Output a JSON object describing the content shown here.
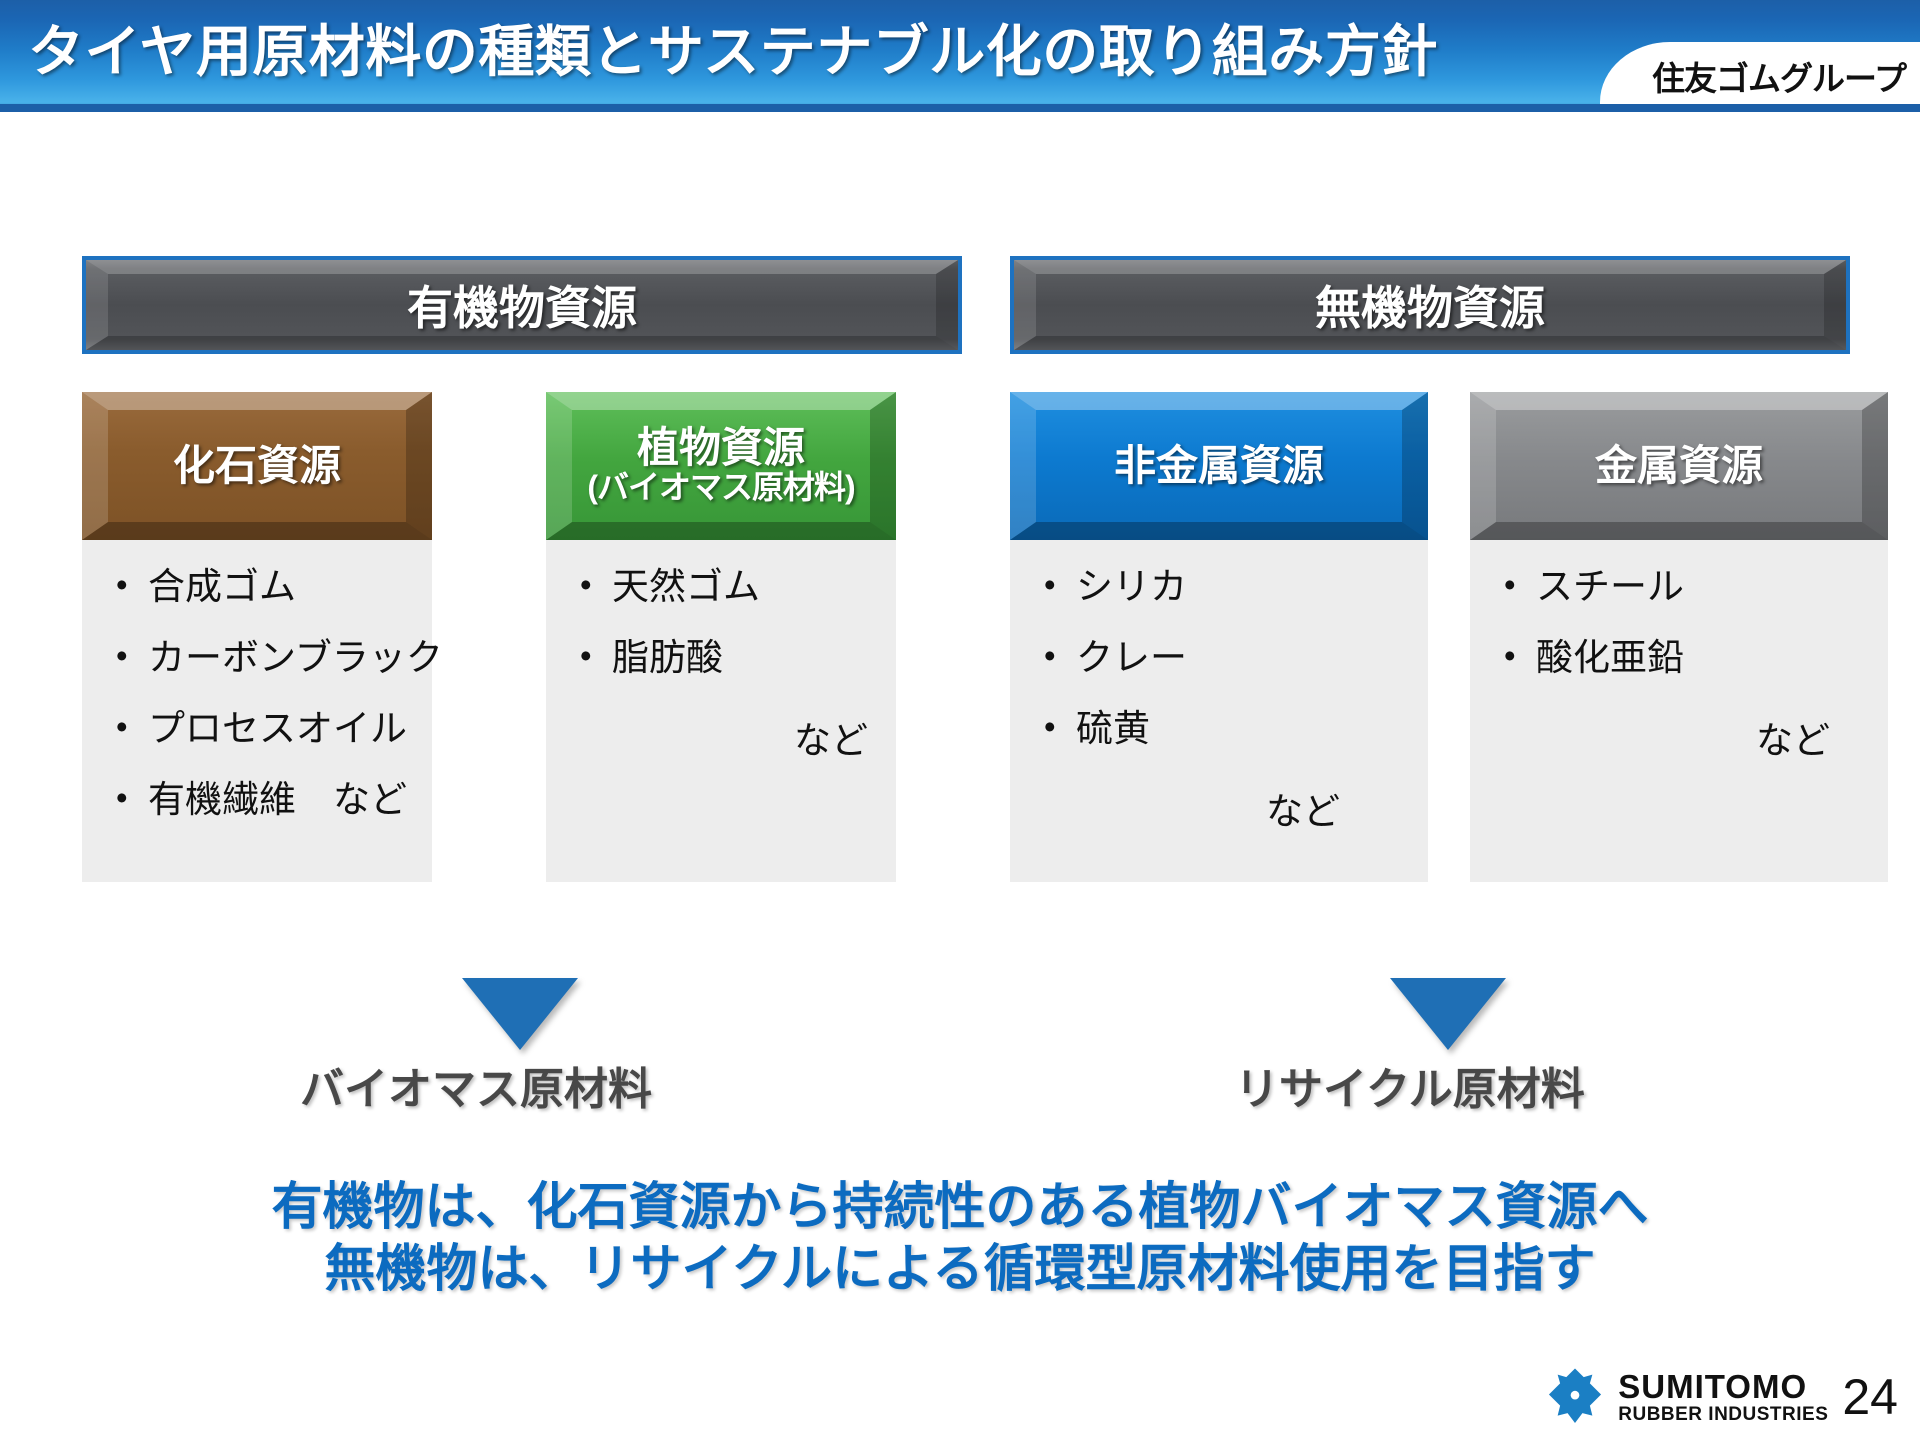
{
  "header": {
    "title": "タイヤ用原材料の種類とサステナブル化の取り組み方針",
    "brand_tab": "住友ゴムグループ",
    "accent_color": "#1c5fa8"
  },
  "groups": [
    {
      "id": "organic",
      "label": "有機物資源"
    },
    {
      "id": "inorganic",
      "label": "無機物資源"
    }
  ],
  "categories": [
    {
      "id": "fossil",
      "title_line1": "化石資源",
      "title_line2": "",
      "color": "#8a5c2d",
      "items": [
        "合成ゴム",
        "カーボンブラック",
        "プロセスオイル",
        "有機繊維　など"
      ],
      "nado": ""
    },
    {
      "id": "plant",
      "title_line1": "植物資源",
      "title_line2": "(バイオマス原材料)",
      "color": "#43a63f",
      "items": [
        "天然ゴム",
        "脂肪酸"
      ],
      "nado": "など"
    },
    {
      "id": "nonmetal",
      "title_line1": "非金属資源",
      "title_line2": "",
      "color": "#0d7ad0",
      "items": [
        "シリカ",
        "クレー",
        "硫黄"
      ],
      "nado": "など"
    },
    {
      "id": "metal",
      "title_line1": "金属資源",
      "title_line2": "",
      "color": "#87898c",
      "items": [
        "スチール",
        "酸化亜鉛"
      ],
      "nado": "など"
    }
  ],
  "arrows": {
    "color": "#1f6fb5",
    "left_label": "バイオマス原材料",
    "right_label": "リサイクル原材料"
  },
  "conclusion": {
    "line1": "有機物は、化石資源から持続性のある植物バイオマス資源へ",
    "line2": "無機物は、リサイクルによる循環型原材料使用を目指す",
    "color": "#0c6bc0"
  },
  "footer": {
    "company_line1": "SUMITOMO",
    "company_line2": "RUBBER INDUSTRIES",
    "page_number": "24",
    "logo_color": "#1b7fc4"
  }
}
